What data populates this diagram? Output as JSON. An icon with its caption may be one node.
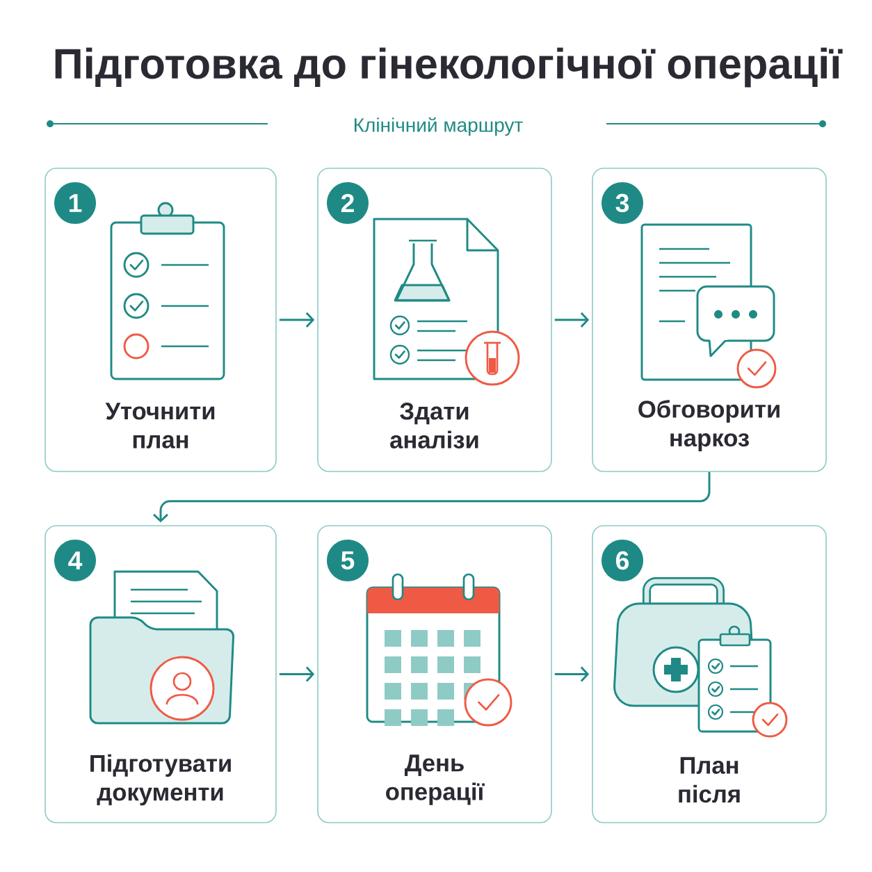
{
  "diagram": {
    "title": "Підготовка до гінекологічної операції",
    "nodes": [
      {
        "text": [
          "1",
          "Уточнити план"
        ]
      },
      {
        "text": [
          "2",
          "Здати аналізи"
        ]
      },
      {
        "text": [
          "3",
          "Обговорити наркоз"
        ]
      },
      {
        "text": [
          "4",
          "Підготувати документи"
        ]
      },
      {
        "text": [
          "5",
          "День операції"
        ]
      },
      {
        "text": [
          "6",
          "План після"
        ]
      }
    ],
    "edges": [
      {
        "from": 0,
        "to": 1,
        "arrow": "to"
      },
      {
        "from": 1,
        "to": 2,
        "arrow": "to"
      },
      {
        "from": 2,
        "to": 3,
        "arrow": "to"
      },
      {
        "from": 3,
        "to": 4,
        "arrow": "to"
      },
      {
        "from": 4,
        "to": 5,
        "arrow": "to"
      }
    ],
    "labels": [
      "Клінічний маршрут"
    ]
  }
}
